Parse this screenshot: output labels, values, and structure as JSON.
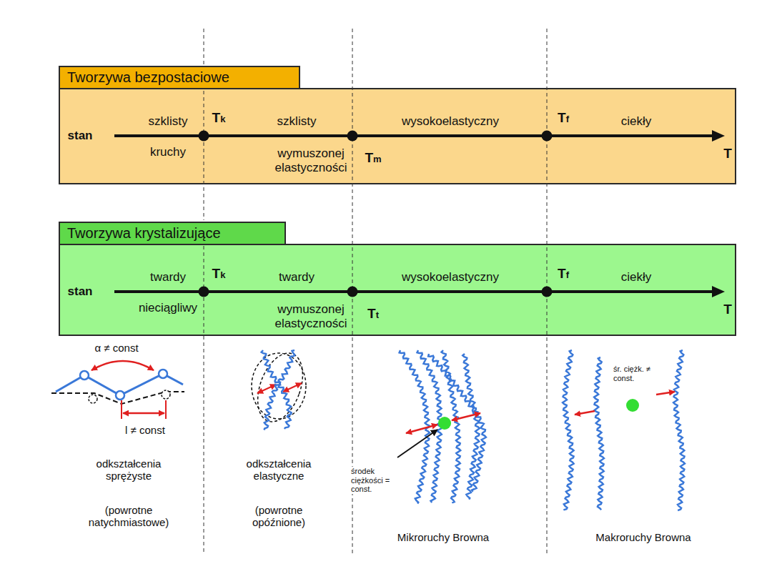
{
  "diagram": {
    "nodes": [
      {
        "text": [
          "Tworzywa bezpostaciowe",
          "stan",
          "szklisty",
          "kruchy",
          "Tk",
          "szklisty",
          "wymuszonej elastyczności",
          "Tm",
          "wysokoelastyczny",
          "Tf",
          "ciekły",
          "T"
        ]
      },
      {
        "text": [
          "Tworzywa krystalizujące",
          "stan",
          "twardy",
          "nieciągliwy",
          "Tk",
          "twardy",
          "wymuszonej elastyczności",
          "Tt",
          "wysokoelastyczny",
          "Tf",
          "ciekły",
          "T"
        ]
      }
    ],
    "labels": [
      "α ≠ const",
      "l ≠ const",
      "odkształcenia sprężyste",
      "(powrotne natychmiastowe)",
      "odkształcenia elastyczne",
      "(powrotne opóźnione)",
      "środek ciężkości = const.",
      "Mikroruchy Browna",
      "śr. ciężk. ≠ const.",
      "Makroruchy Browna"
    ]
  }
}
